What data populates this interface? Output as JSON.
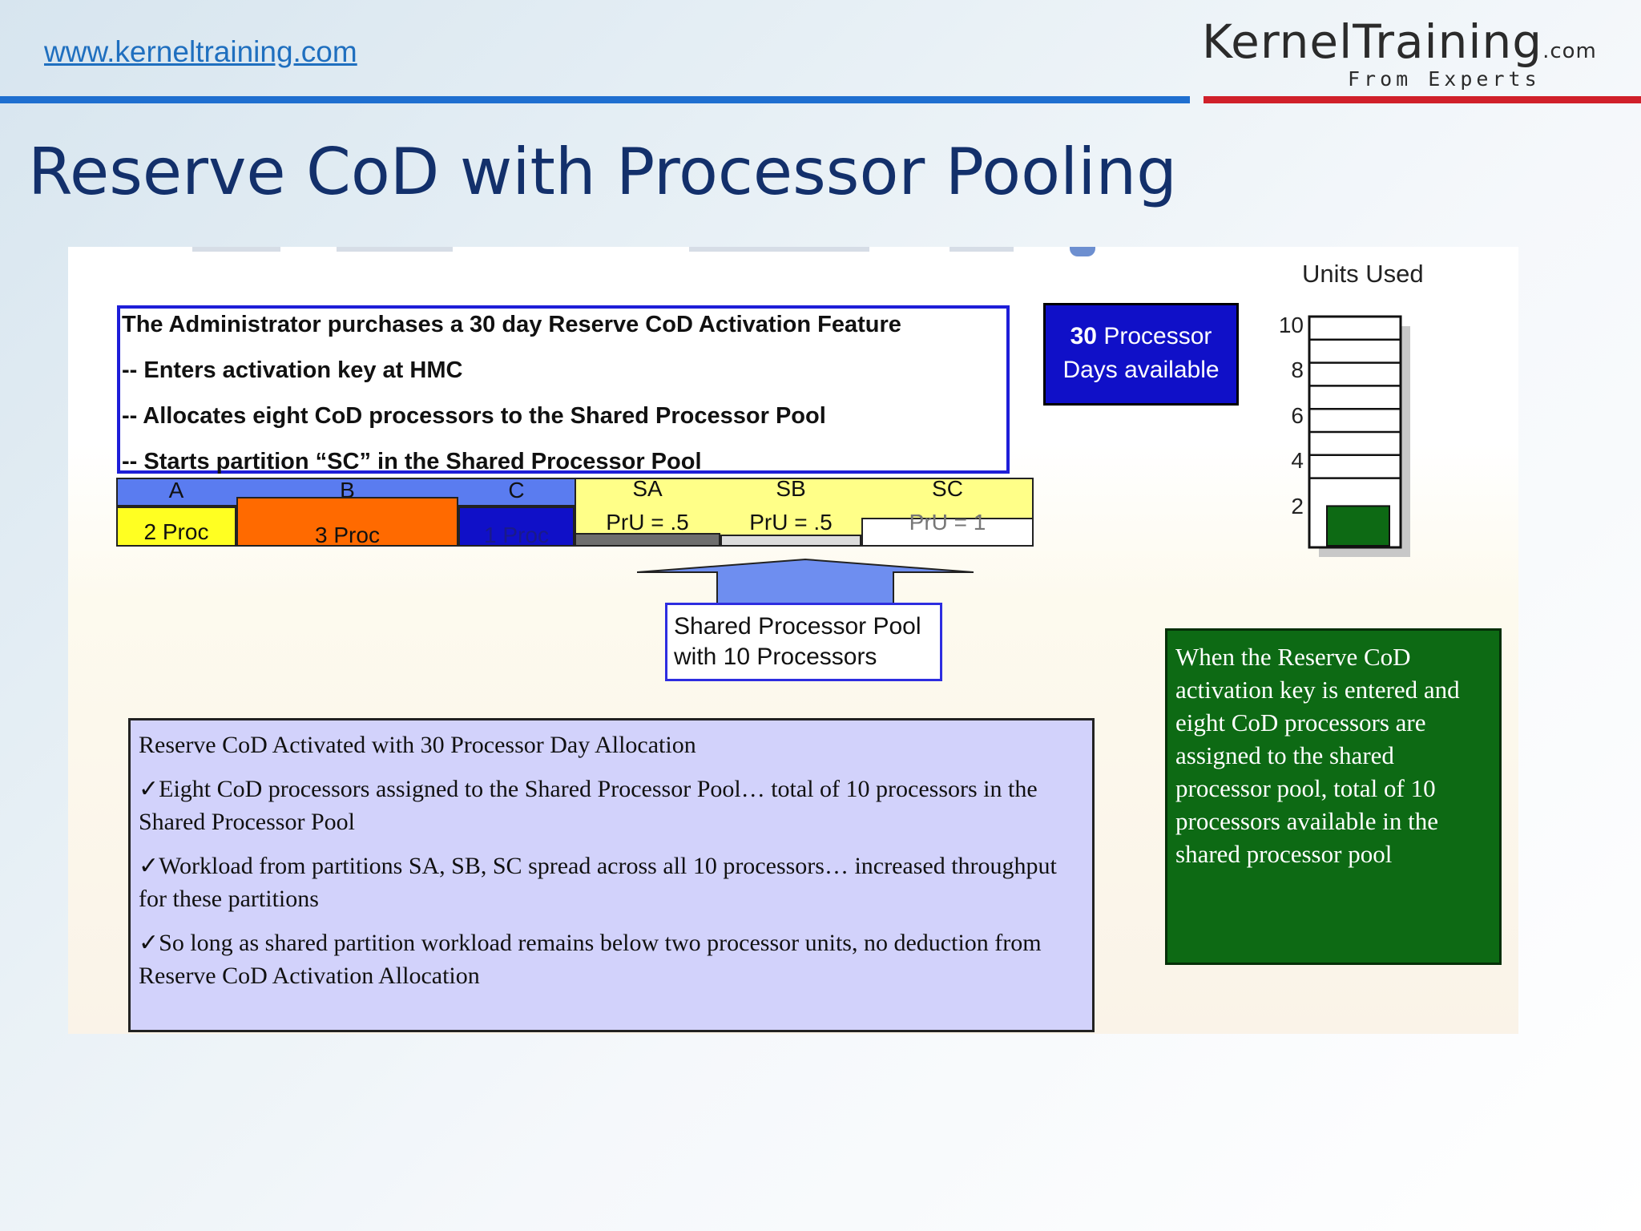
{
  "header": {
    "site_link": "www.kerneltraining.com",
    "logo_main": "KernelTraining",
    "logo_suffix": ".com",
    "logo_tagline": "From Experts"
  },
  "slide": {
    "title": "Reserve CoD with Processor Pooling"
  },
  "admin_box": {
    "lines": [
      "The Administrator purchases a 30 day Reserve CoD Activation Feature",
      "-- Enters activation key at HMC",
      "-- Allocates eight CoD processors to the Shared Processor Pool",
      "-- Starts partition “SC” in the Shared Processor Pool"
    ]
  },
  "processor_days": {
    "number": "30",
    "line1_rest": "Processor",
    "line2": "Days available"
  },
  "partitions": {
    "dedicated": [
      {
        "name": "A",
        "label": "2 Proc"
      },
      {
        "name": "B",
        "label": "3 Proc"
      },
      {
        "name": "C",
        "label": "1 Proc"
      }
    ],
    "shared": [
      {
        "name": "SA",
        "label": "PrU = .5"
      },
      {
        "name": "SB",
        "label": "PrU = .5"
      },
      {
        "name": "SC",
        "label": "PrU = 1"
      }
    ]
  },
  "shared_pool": {
    "line1": "Shared Processor Pool",
    "line2": "with 10 Processors"
  },
  "summary": {
    "heading": "Reserve CoD Activated with 30 Processor Day Allocation",
    "bullets": [
      "✓Eight CoD processors assigned to the Shared Processor Pool… total of 10 processors in the Shared Processor Pool",
      "✓Workload from partitions SA, SB, SC spread across all 10 processors… increased throughput for these partitions",
      "✓So long as shared partition workload remains below two processor units, no deduction from Reserve CoD Activation Allocation"
    ]
  },
  "green_note": {
    "text": "When the Reserve CoD activation key is entered and eight CoD processors are assigned to the shared processor pool, total of 10 processors available in the shared processor pool"
  },
  "units_gauge": {
    "title": "Units Used",
    "ticks": [
      "10",
      "8",
      "6",
      "4",
      "2"
    ],
    "max": 10,
    "value": 2,
    "fill_color": "#0d6a14"
  },
  "colors": {
    "title": "#13306b",
    "rule_blue": "#1f6fd0",
    "rule_red": "#d0202a",
    "partition_a": "#ffff22",
    "partition_b": "#ff6a00",
    "partition_c": "#1010c8",
    "shared_header": "#ffff88",
    "dedicated_header": "#5a7cf0"
  }
}
